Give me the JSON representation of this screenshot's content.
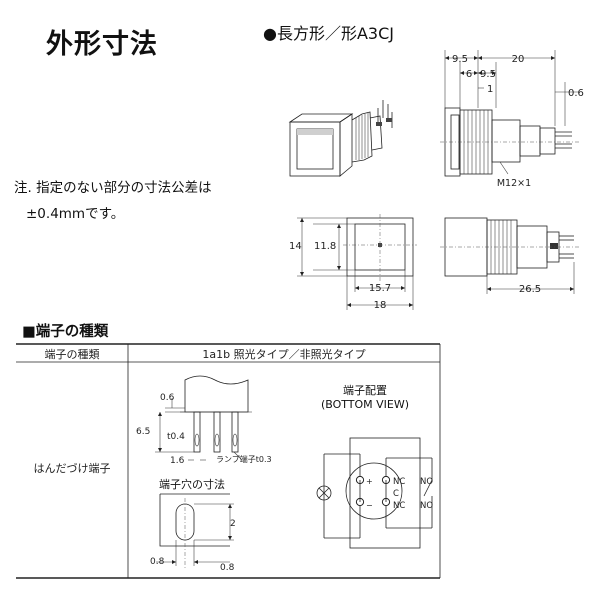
{
  "page": {
    "title": "外形寸法",
    "subtitle": "●長方形／形A3CJ",
    "note_line1": "注. 指定のない部分の寸法公差は",
    "note_line2": "±0.4mmです。"
  },
  "dimensions": {
    "top_9_5a": "9.5",
    "top_20": "20",
    "top_6": "6",
    "top_9_5b": "9.5",
    "top_1": "1",
    "right_0_6": "0.6",
    "thread": "M12×1",
    "front_14": "14",
    "front_11_8": "11.8",
    "front_15_7": "15.7",
    "front_18": "18",
    "side_26_5": "26.5"
  },
  "terminal_section": {
    "title": "■端子の種類",
    "col1_header": "端子の種類",
    "col2_header": "1a1b 照光タイプ／非照光タイプ",
    "row_label": "はんだづけ端子",
    "detail": {
      "d_0_6": "0.6",
      "d_6_5": "6.5",
      "d_t0_4": "t0.4",
      "d_1_6": "1.6",
      "lamp_label": "ランプ端子t0.3"
    },
    "hole": {
      "title": "端子穴の寸法",
      "d_2": "2",
      "d_0_8a": "0.8",
      "d_0_8b": "0.8"
    },
    "layout": {
      "title_line1": "端子配置",
      "title_line2": "(BOTTOM VIEW)",
      "plus": "+",
      "minus": "−",
      "nc1": "NC",
      "no1": "NO",
      "c": "C",
      "nc2": "NC",
      "no2": "NO"
    }
  }
}
